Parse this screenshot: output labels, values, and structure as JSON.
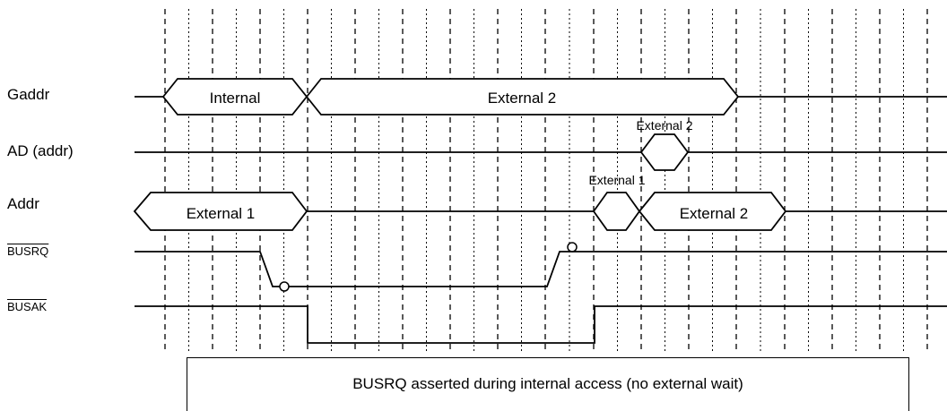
{
  "signals": {
    "gaddr": "Gaddr",
    "ad_addr": "AD (addr)",
    "addr": "Addr",
    "busrq": "BUSRQ",
    "busak": "BUSAK"
  },
  "bus_values": {
    "gaddr_internal": "Internal",
    "gaddr_external2": "External 2",
    "ad_external2": "External 2",
    "addr_external1_first": "External 1",
    "addr_external1_second": "External 1",
    "addr_external2": "External 2"
  },
  "caption": "BUSRQ asserted during internal access (no external wait)",
  "colors": {
    "line": "#000000",
    "background": "#ffffff"
  }
}
